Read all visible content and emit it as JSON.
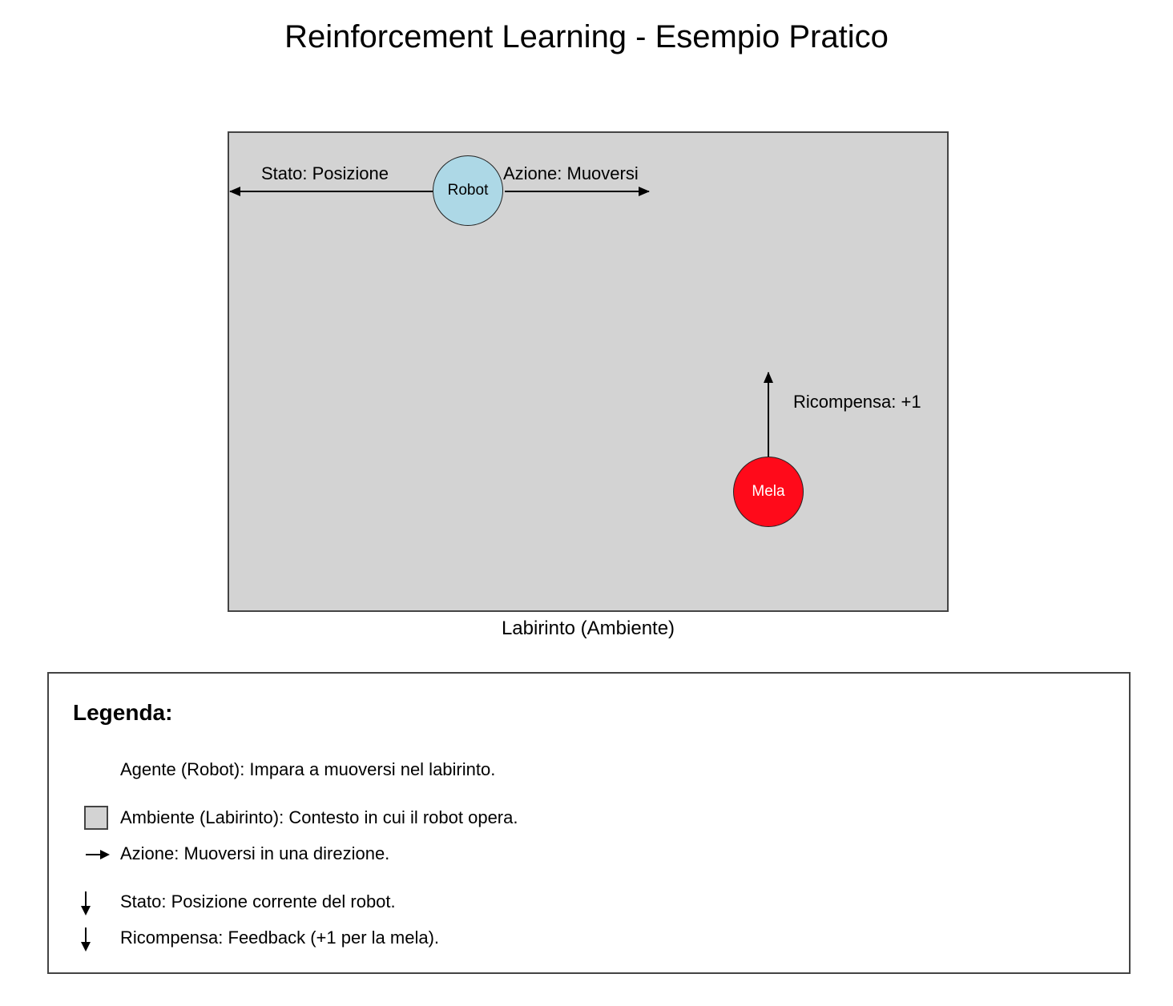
{
  "title": "Reinforcement Learning - Esempio Pratico",
  "maze": {
    "label": "Labirinto (Ambiente)",
    "state_label": "Stato: Posizione",
    "action_label": "Azione: Muoversi",
    "reward_label": "Ricompensa: +1",
    "agent": {
      "label": "Robot",
      "color": "#add8e6"
    },
    "apple": {
      "label": "Mela",
      "color": "#ff0a1a"
    },
    "background_color": "#d3d3d3"
  },
  "legend": {
    "title": "Legenda:",
    "items": [
      {
        "text": "Agente (Robot): Impara a muoversi nel labirinto.",
        "icon": "none"
      },
      {
        "text": "Ambiente (Labirinto): Contesto in cui il robot opera.",
        "icon": "gray-square-icon"
      },
      {
        "text": "Azione: Muoversi in una direzione.",
        "icon": "arrow-right-icon"
      },
      {
        "text": "Stato: Posizione corrente del robot.",
        "icon": "arrow-down-icon"
      },
      {
        "text": "Ricompensa: Feedback (+1 per la mela).",
        "icon": "arrow-down-icon"
      }
    ]
  }
}
